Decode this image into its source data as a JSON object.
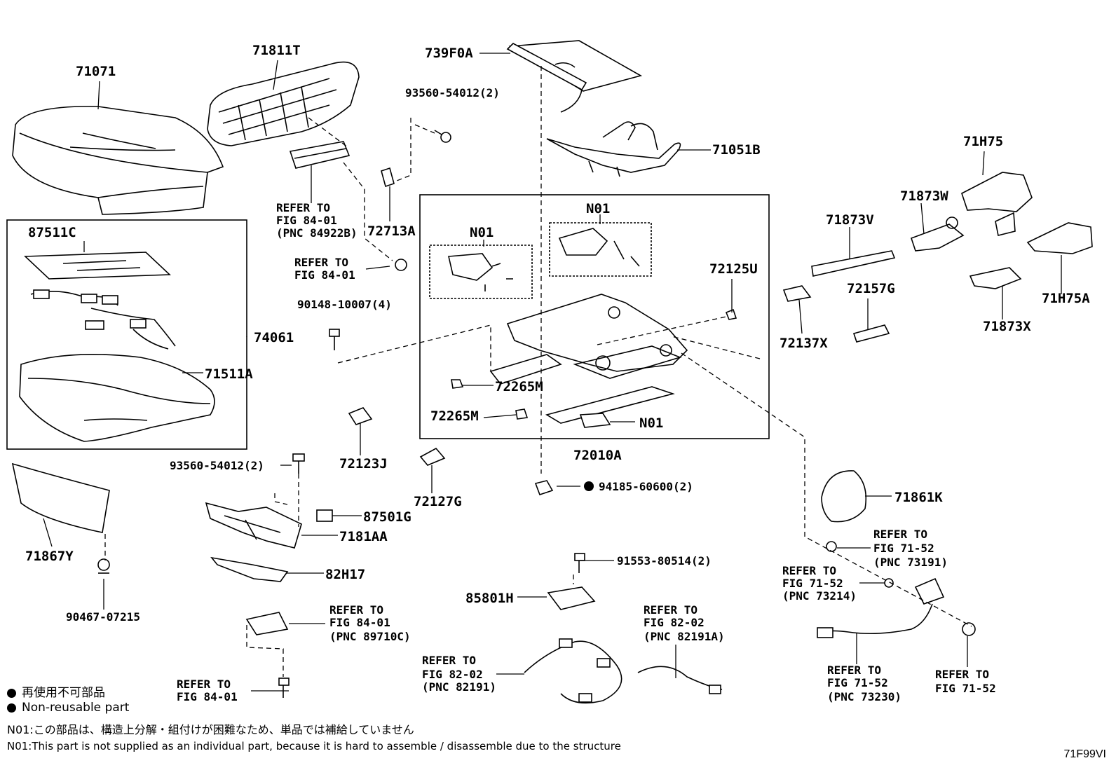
{
  "callouts": {
    "c71071": "71071",
    "c71811T": "71811T",
    "c739F0A": "739F0A",
    "c93560a": "93560-54012(2)",
    "c71051B": "71051B",
    "c71H75": "71H75",
    "c87511C": "87511C",
    "c74061": "74061",
    "c71511A": "71511A",
    "c72713A": "72713A",
    "c90148": "90148-10007(4)",
    "c72125U": "72125U",
    "c71873W": "71873W",
    "c71873V": "71873V",
    "c72157G": "72157G",
    "c72137X": "72137X",
    "c71H75A": "71H75A",
    "c71873X": "71873X",
    "cN01a": "N01",
    "cN01b": "N01",
    "cN01c": "N01",
    "c72265Ma": "72265M",
    "c72265Mb": "72265M",
    "c72010A": "72010A",
    "c72123J": "72123J",
    "c72127G": "72127G",
    "c93560b": "93560-54012(2)",
    "c87501G": "87501G",
    "c7181AA": "7181AA",
    "c82H17": "82H17",
    "c71867Y": "71867Y",
    "c90467": "90467-07215",
    "c94185": "94185-60600(2)",
    "c71861K": "71861K",
    "c91553": "91553-80514(2)",
    "c85801H": "85801H"
  },
  "refs": {
    "r84922B": [
      "REFER TO",
      "FIG 84-01",
      "(PNC 84922B)"
    ],
    "r8401a": [
      "REFER TO",
      "FIG 84-01"
    ],
    "r73191": [
      "REFER TO",
      "FIG 71-52",
      "(PNC 73191)"
    ],
    "r73214": [
      "REFER TO",
      "FIG 71-52",
      "(PNC 73214)"
    ],
    "r89710C": [
      "REFER TO",
      "FIG 84-01",
      "(PNC 89710C)"
    ],
    "r82191A": [
      "REFER TO",
      "FIG 82-02",
      "(PNC 82191A)"
    ],
    "r82191": [
      "REFER TO",
      "FIG 82-02",
      "(PNC 82191)"
    ],
    "r8401b": [
      "REFER TO",
      "FIG 84-01"
    ],
    "r73230": [
      "REFER TO",
      "FIG 71-52",
      "(PNC 73230)"
    ],
    "r7152": [
      "REFER TO",
      "FIG 71-52"
    ]
  },
  "legend": {
    "non_reusable_ja": "再使用不可部品",
    "non_reusable_en": "Non-reusable part",
    "n01_ja": "N01:この部品は、構造上分解・組付けが困難なため、単品では補給していません",
    "n01_en": "N01:This part is not supplied as an individual part, because it is hard to assemble / disassemble due to the structure"
  },
  "figure_code": "71F99VI",
  "icons": [
    "non-reusable-dot-icon"
  ]
}
